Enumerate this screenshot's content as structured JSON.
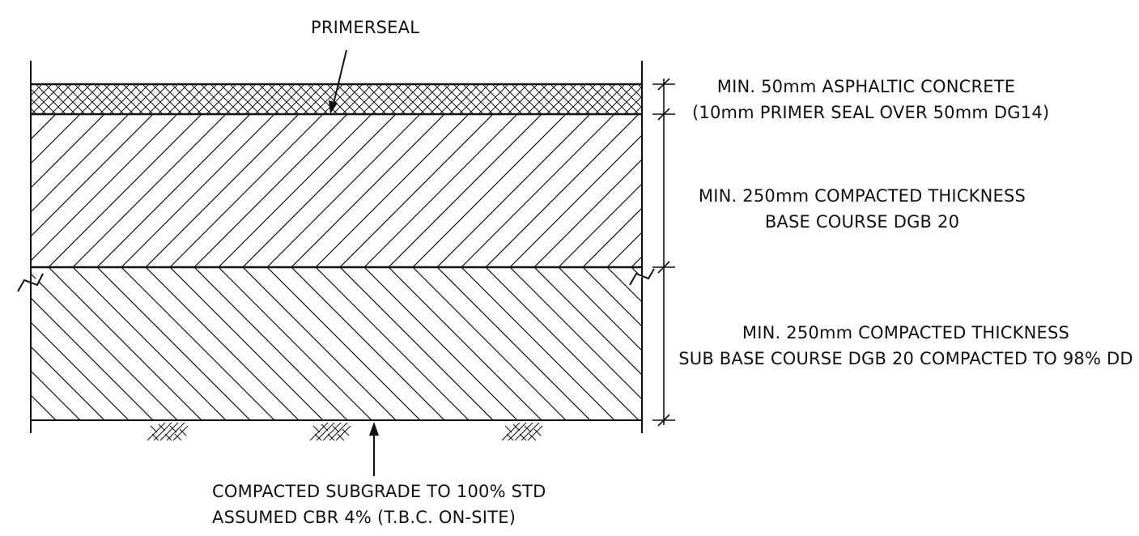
{
  "labels": {
    "primerseal": "PRIMERSEAL",
    "asphalt_line1": "MIN. 50mm ASPHALTIC CONCRETE",
    "asphalt_line2": "(10mm PRIMER SEAL OVER 50mm DG14)",
    "base_line1": "MIN. 250mm COMPACTED THICKNESS",
    "base_line2": "BASE COURSE DGB 20",
    "subbase_line1": "MIN. 250mm COMPACTED THICKNESS",
    "subbase_line2": "SUB BASE COURSE DGB 20 COMPACTED TO 98% DD",
    "subgrade_line1": "COMPACTED SUBGRADE TO 100% STD",
    "subgrade_line2": "ASSUMED CBR 4% (T.B.C. ON-SITE)"
  },
  "layers": [
    {
      "name": "asphaltic-concrete",
      "hatch": "crosshatch"
    },
    {
      "name": "base-course",
      "hatch": "diagonal-forward"
    },
    {
      "name": "sub-base-course",
      "hatch": "diagonal-backward"
    },
    {
      "name": "subgrade",
      "hatch": "earth-symbol"
    }
  ],
  "colors": {
    "line": "#111111",
    "background": "#ffffff"
  }
}
